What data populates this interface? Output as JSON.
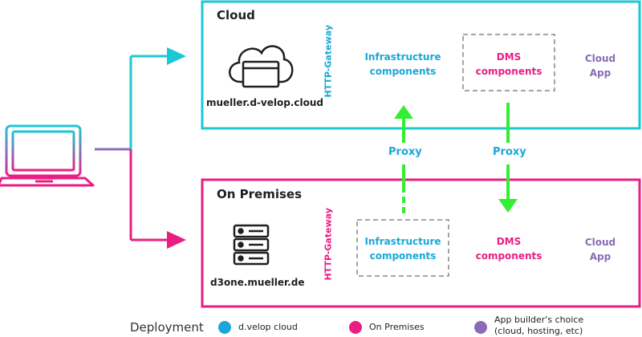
{
  "colors": {
    "cloud": "#1cc7d6",
    "on_premises": "#e91e83",
    "app_builder": "#8a6bb8",
    "infra_text": "#1aa7d8",
    "dms_text": "#e91e83",
    "cloud_app_text": "#8a6bb8",
    "proxy_arrow": "#33ee33",
    "dashed_box": "#888888"
  },
  "icons": {
    "client": "laptop-icon",
    "cloud_host": "cloud-browser-icon",
    "premises_host": "server-rack-icon"
  },
  "cloud": {
    "title": "Cloud",
    "host": "mueller.d-velop.cloud",
    "gateway": "HTTP-Gateway",
    "infrastructure": [
      "Infrastructure",
      "components"
    ],
    "dms": [
      "DMS",
      "components"
    ],
    "app": [
      "Cloud",
      "App"
    ]
  },
  "premises": {
    "title": "On Premises",
    "host": "d3one.mueller.de",
    "gateway": "HTTP-Gateway",
    "infrastructure": [
      "Infrastructure",
      "components"
    ],
    "dms": [
      "DMS",
      "components"
    ],
    "app": [
      "Cloud",
      "App"
    ]
  },
  "proxy": {
    "left": "Proxy",
    "right": "Proxy"
  },
  "legend": {
    "title": "Deployment",
    "items": [
      {
        "label": "d.velop cloud"
      },
      {
        "label": "On Premises"
      },
      {
        "label": [
          "App builder's choice",
          "(cloud, hosting, etc)"
        ]
      }
    ]
  }
}
